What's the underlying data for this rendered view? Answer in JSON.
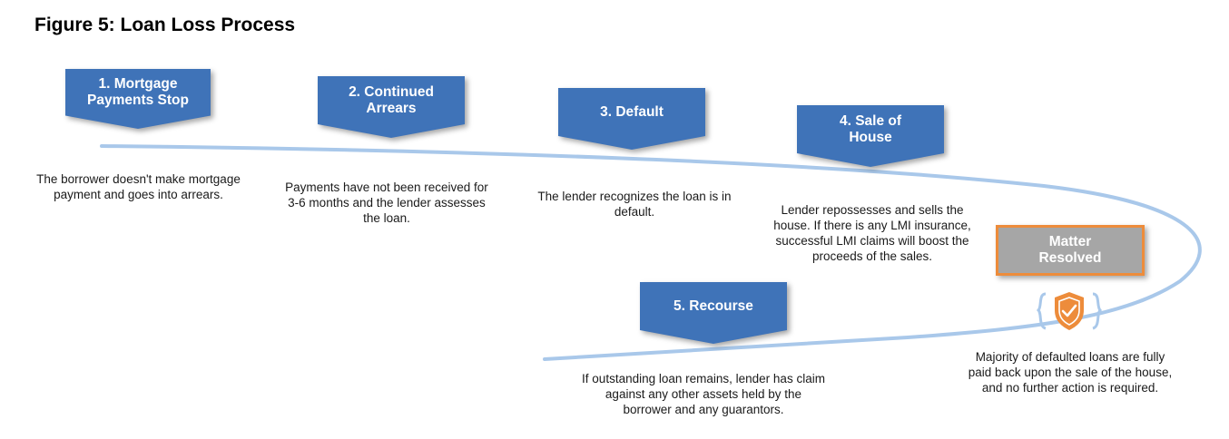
{
  "title": "Figure 5: Loan Loss Process",
  "steps": [
    {
      "label": "1. Mortgage\nPayments Stop",
      "description": "The borrower doesn't make mortgage payment and goes into arrears."
    },
    {
      "label": "2. Continued\nArrears",
      "description": "Payments have not been received for 3-6 months and the lender assesses the loan."
    },
    {
      "label": "3. Default",
      "description": "The lender recognizes the loan is in default."
    },
    {
      "label": "4. Sale of\nHouse",
      "description": "Lender repossesses and sells the house. If there is any LMI insurance, successful LMI claims will boost the proceeds of the sales."
    },
    {
      "label": "5. Recourse",
      "description": "If outstanding loan remains, lender has claim against any other assets held by the borrower and any guarantors."
    }
  ],
  "resolved": {
    "label": "Matter\nResolved",
    "description": "Majority of defaulted loans are fully paid back upon the sale of the house, and no further action is required."
  },
  "icons": {
    "resolved_icon": "shield-check-icon"
  },
  "colors": {
    "step_fill": "#3f73b8",
    "flow_line": "#a9c8ea",
    "resolved_fill": "#a6a6a6",
    "resolved_border": "#ed8c3b",
    "shield": "#ed8c3b"
  }
}
